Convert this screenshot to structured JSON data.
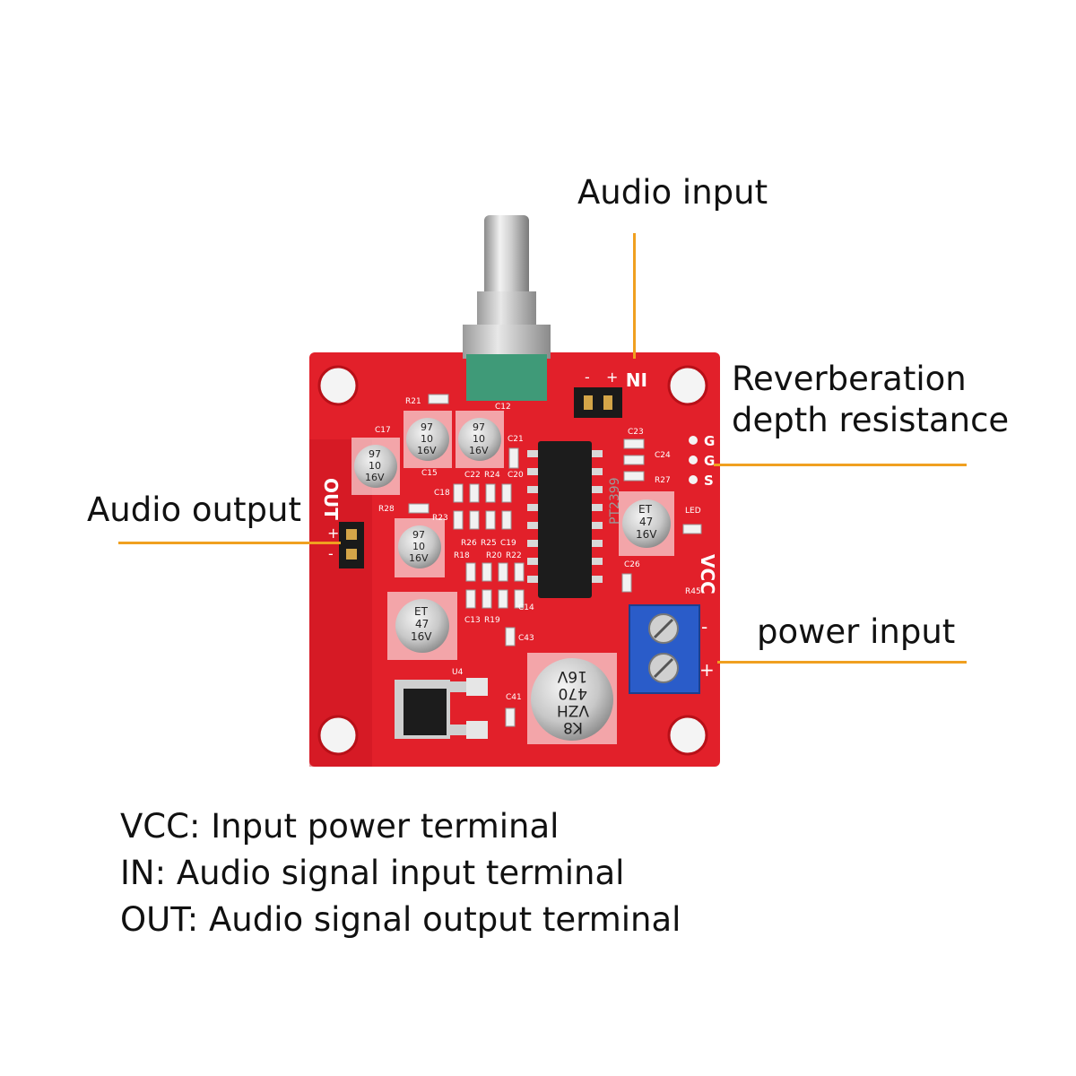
{
  "colors": {
    "pcb": "#e2202a",
    "pcb_dark": "#c8141e",
    "callout_line": "#f0a020",
    "terminal_block": "#2a5cc9",
    "text": "#111111"
  },
  "callouts": {
    "audio_input": "Audio input",
    "reverb_line1": "Reverberation",
    "reverb_line2": "depth resistance",
    "audio_output": "Audio output",
    "power_input": "power input"
  },
  "board": {
    "in_label": "IN",
    "out_label": "OUT",
    "vcc_label": "VCC",
    "in_polarity": [
      "-",
      "+"
    ],
    "out_polarity": [
      "+",
      "-"
    ],
    "vcc_polarity": [
      "-",
      "+"
    ],
    "pins": [
      "G",
      "G",
      "S"
    ],
    "led_label": "LED",
    "chip_label": "PT2399",
    "big_cap_lines": [
      "K8",
      "VZH",
      "470",
      "16V"
    ],
    "small_caps": [
      [
        "97",
        "10",
        "16V"
      ],
      [
        "97",
        "10",
        "16V"
      ],
      [
        "97",
        "10",
        "16V"
      ],
      [
        "97",
        "10",
        "16V"
      ]
    ],
    "et_caps": [
      [
        "ET",
        "47",
        "16V"
      ],
      [
        "ET",
        "47",
        "16V"
      ]
    ],
    "silkscreen": [
      "R21",
      "C12",
      "C17",
      "C15",
      "C21",
      "C22",
      "C18",
      "R24",
      "C20",
      "R23",
      "R28",
      "R26",
      "R25",
      "C19",
      "R18",
      "R20",
      "R22",
      "C23",
      "C24",
      "R27",
      "C26",
      "R45",
      "C14",
      "R19",
      "C13",
      "C43",
      "C41",
      "U4"
    ]
  },
  "legend": [
    "VCC: Input power terminal",
    "IN: Audio signal input terminal",
    "OUT: Audio signal output terminal"
  ]
}
